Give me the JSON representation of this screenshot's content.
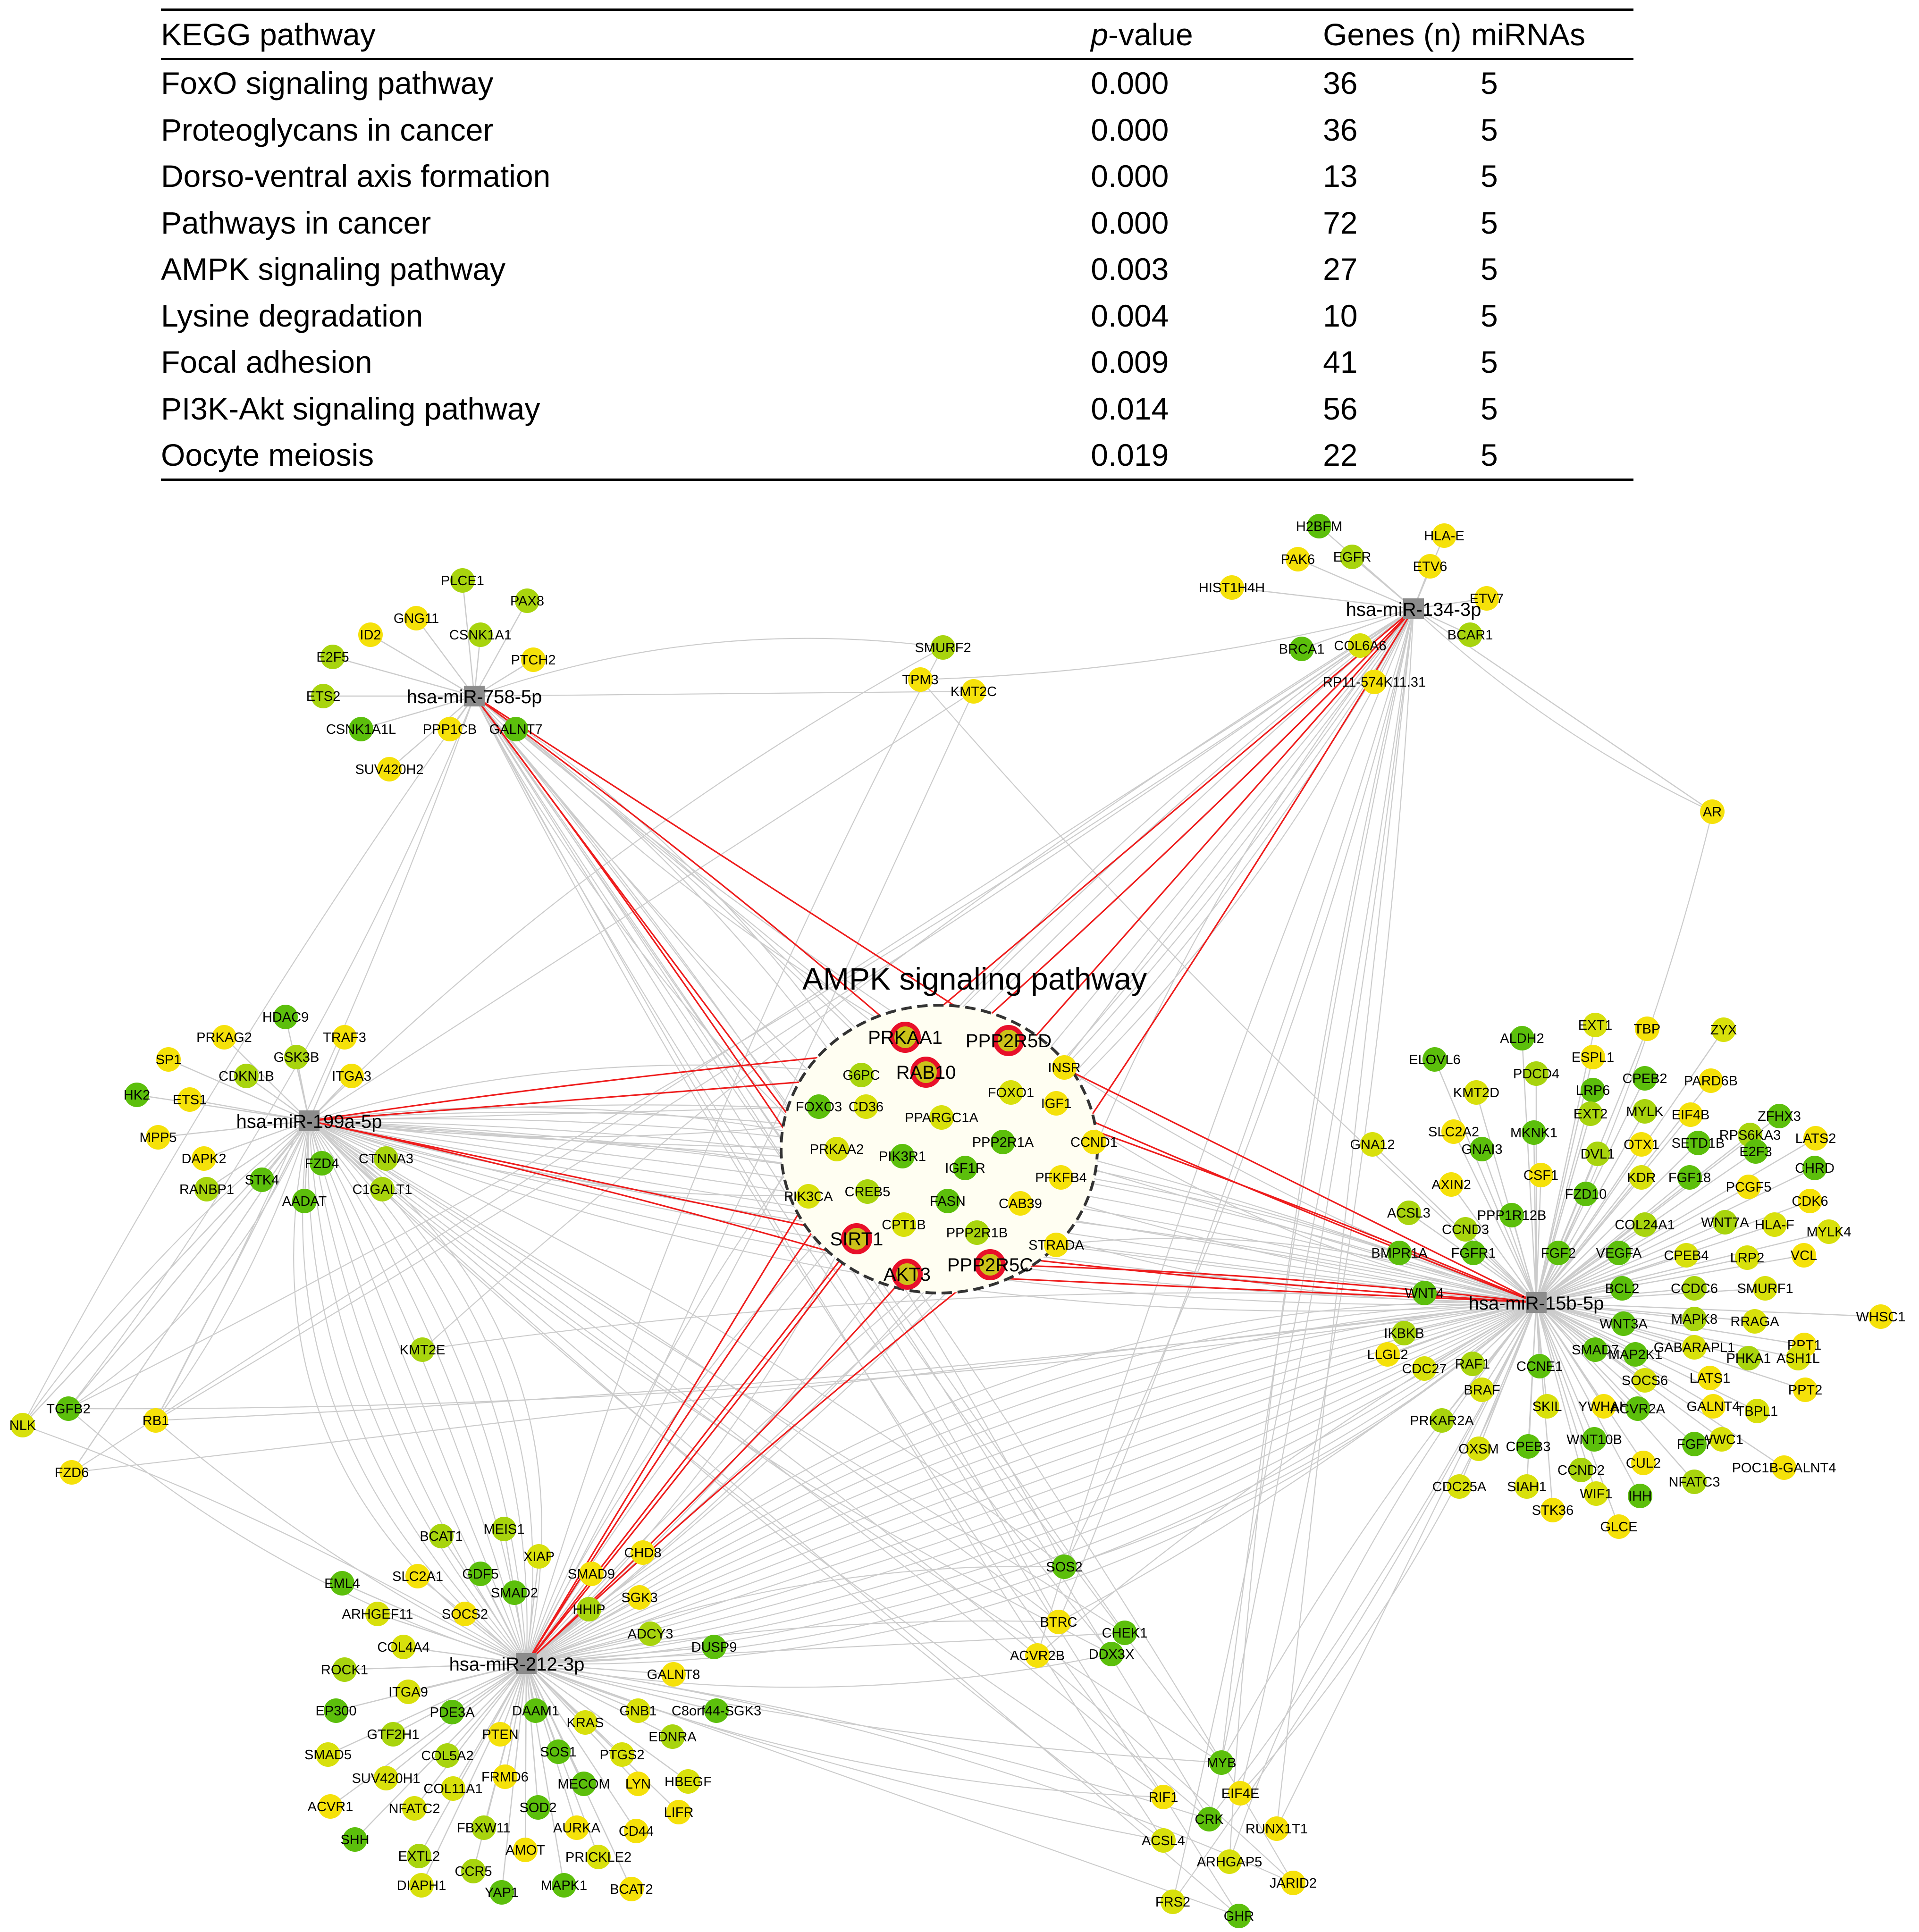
{
  "table": {
    "headers": [
      "KEGG pathway",
      "p",
      "-value",
      "Genes (n)",
      "miRNAs"
    ],
    "rows": [
      [
        "FoxO signaling pathway",
        "0.000",
        "36",
        "5"
      ],
      [
        "Proteoglycans in cancer",
        "0.000",
        "36",
        "5"
      ],
      [
        "Dorso-ventral axis formation",
        "0.000",
        "13",
        "5"
      ],
      [
        "Pathways in cancer",
        "0.000",
        "72",
        "5"
      ],
      [
        "AMPK signaling pathway",
        "0.003",
        "27",
        "5"
      ],
      [
        "Lysine degradation",
        "0.004",
        "10",
        "5"
      ],
      [
        "Focal adhesion",
        "0.009",
        "41",
        "5"
      ],
      [
        "PI3K-Akt signaling pathway",
        "0.014",
        "56",
        "5"
      ],
      [
        "Oocyte meiosis",
        "0.019",
        "22",
        "5"
      ]
    ]
  },
  "network": {
    "pathway_title": "AMPK signaling pathway",
    "colors": {
      "hub": "#8c8c8c",
      "edge": "#cccccc",
      "highlight_edge": "#ee1c1c",
      "highlight_ring": "#e8102a",
      "node_green": "#5cbf0c",
      "node_yellow": "#f5e10a"
    },
    "hubs": [
      "hsa-miR-758-5p",
      "hsa-miR-134-3p",
      "hsa-miR-199a-5p",
      "hsa-miR-15b-5p",
      "hsa-miR-212-3p"
    ],
    "highlighted_genes": [
      "PRKAA1",
      "PPP2R5D",
      "RAB10",
      "SIRT1",
      "AKT3",
      "PPP2R5C"
    ],
    "gene_labels": [
      "PLCE1",
      "GNG11",
      "PAX8",
      "ID2",
      "CSNK1A1",
      "E2F5",
      "PTCH2",
      "ETS2",
      "CSNK1A1L",
      "PPP1CB",
      "GALNT7",
      "SUV420H2",
      "SMURF2",
      "TPM3",
      "KMT2C",
      "H2BFM",
      "HLA-E",
      "PAK6",
      "EGFR",
      "ETV6",
      "HIST1H4H",
      "ETV7",
      "BRCA1",
      "COL6A6",
      "BCAR1",
      "RP11-574K11.31",
      "AR",
      "HDAC9",
      "PRKAG2",
      "TRAF3",
      "SP1",
      "GSK3B",
      "CDKN1B",
      "ITGA3",
      "HK2",
      "ETS1",
      "MPP5",
      "DAPK2",
      "FZD4",
      "CTNNA3",
      "RANBP1",
      "STK4",
      "C1GALT1",
      "AADAT",
      "G6PC",
      "INSR",
      "FOXO3",
      "CD36",
      "FOXO1",
      "IGF1",
      "PPARGC1A",
      "PPP2R1A",
      "CCND1",
      "PRKAA2",
      "PIK3R1",
      "IGF1R",
      "PFKFB4",
      "PIK3CA",
      "CREB5",
      "FASN",
      "CAB39",
      "CPT1B",
      "PPP2R1B",
      "STRADA",
      "EXT1",
      "TBP",
      "ZYX",
      "ALDH2",
      "ESPL1",
      "ELOVL6",
      "PDCD4",
      "LRP6",
      "CPEB2",
      "PARD6B",
      "KMT2D",
      "EXT2",
      "MYLK",
      "EIF4B",
      "ZFHX3",
      "SLC2A2",
      "MKNK1",
      "OTX1",
      "SETD1B",
      "RPS6KA3",
      "LATS2",
      "GNA12",
      "GNAI3",
      "DVL1",
      "KDR",
      "E2F3",
      "CHRD",
      "AXIN2",
      "CSF1",
      "FZD10",
      "FGF18",
      "PCGF5",
      "CDK6",
      "ACSL3",
      "PPP1R12B",
      "COL24A1",
      "WNT7A",
      "HLA-F",
      "MYLK4",
      "CCND3",
      "BMPR1A",
      "FGFR1",
      "FGF2",
      "VEGFA",
      "CPEB4",
      "LRP2",
      "VCL",
      "BCL2",
      "CCDC6",
      "SMURF1",
      "WNT4",
      "MAPK8",
      "RRAGA",
      "WHSC1",
      "WNT3A",
      "GABARAPL1",
      "PPT1",
      "IKBKB",
      "MAP2K1",
      "PHKA1",
      "ASH1L",
      "LLGL2",
      "SMAD7",
      "CDC27",
      "RAF1",
      "CCNE1",
      "SOCS6",
      "LATS1",
      "PPT2",
      "BRAF",
      "SKIL",
      "YWHAH",
      "ACVR2A",
      "GALNT4",
      "TBPL1",
      "PRKAR2A",
      "WNT10B",
      "WWC1",
      "OXSM",
      "CPEB3",
      "FGF7",
      "CUL2",
      "CCND2",
      "NFATC3",
      "CDC25A",
      "SIAH1",
      "WIF1",
      "IHH",
      "POC1B-GALNT4",
      "STK36",
      "GLCE",
      "NLK",
      "TGFB2",
      "RB1",
      "FZD6",
      "KMT2E",
      "BCAT1",
      "MEIS1",
      "CHD8",
      "XIAP",
      "SLC2A1",
      "GDF5",
      "SMAD9",
      "EML4",
      "SMAD2",
      "HHIP",
      "SGK3",
      "ARHGEF11",
      "SOCS2",
      "ADCY3",
      "DUSP9",
      "COL4A4",
      "ROCK1",
      "ITGA9",
      "GALNT8",
      "EP300",
      "PDE3A",
      "DAAM1",
      "GNB1",
      "C8orf44-SGK3",
      "GTF2H1",
      "KRAS",
      "EDNRA",
      "SMAD5",
      "PTEN",
      "COL5A2",
      "SOS1",
      "PTGS2",
      "SUV420H1",
      "FRMD6",
      "HBEGF",
      "COL11A1",
      "MECOM",
      "LYN",
      "ACVR1",
      "NFATC2",
      "LIFR",
      "SOD2",
      "AURKA",
      "CD44",
      "SHH",
      "FBXW11",
      "EXTL2",
      "AMOT",
      "PRICKLE2",
      "CCR5",
      "DIAPH1",
      "MAPK1",
      "BCAT2",
      "YAP1",
      "SOS2",
      "BTRC",
      "CHEK1",
      "ACVR2B",
      "DDX3X",
      "MYB",
      "RIF1",
      "EIF4E",
      "CRK",
      "RUNX1T1",
      "ACSL4",
      "ARHGAP5",
      "JARID2",
      "FRS2",
      "GHR"
    ]
  }
}
